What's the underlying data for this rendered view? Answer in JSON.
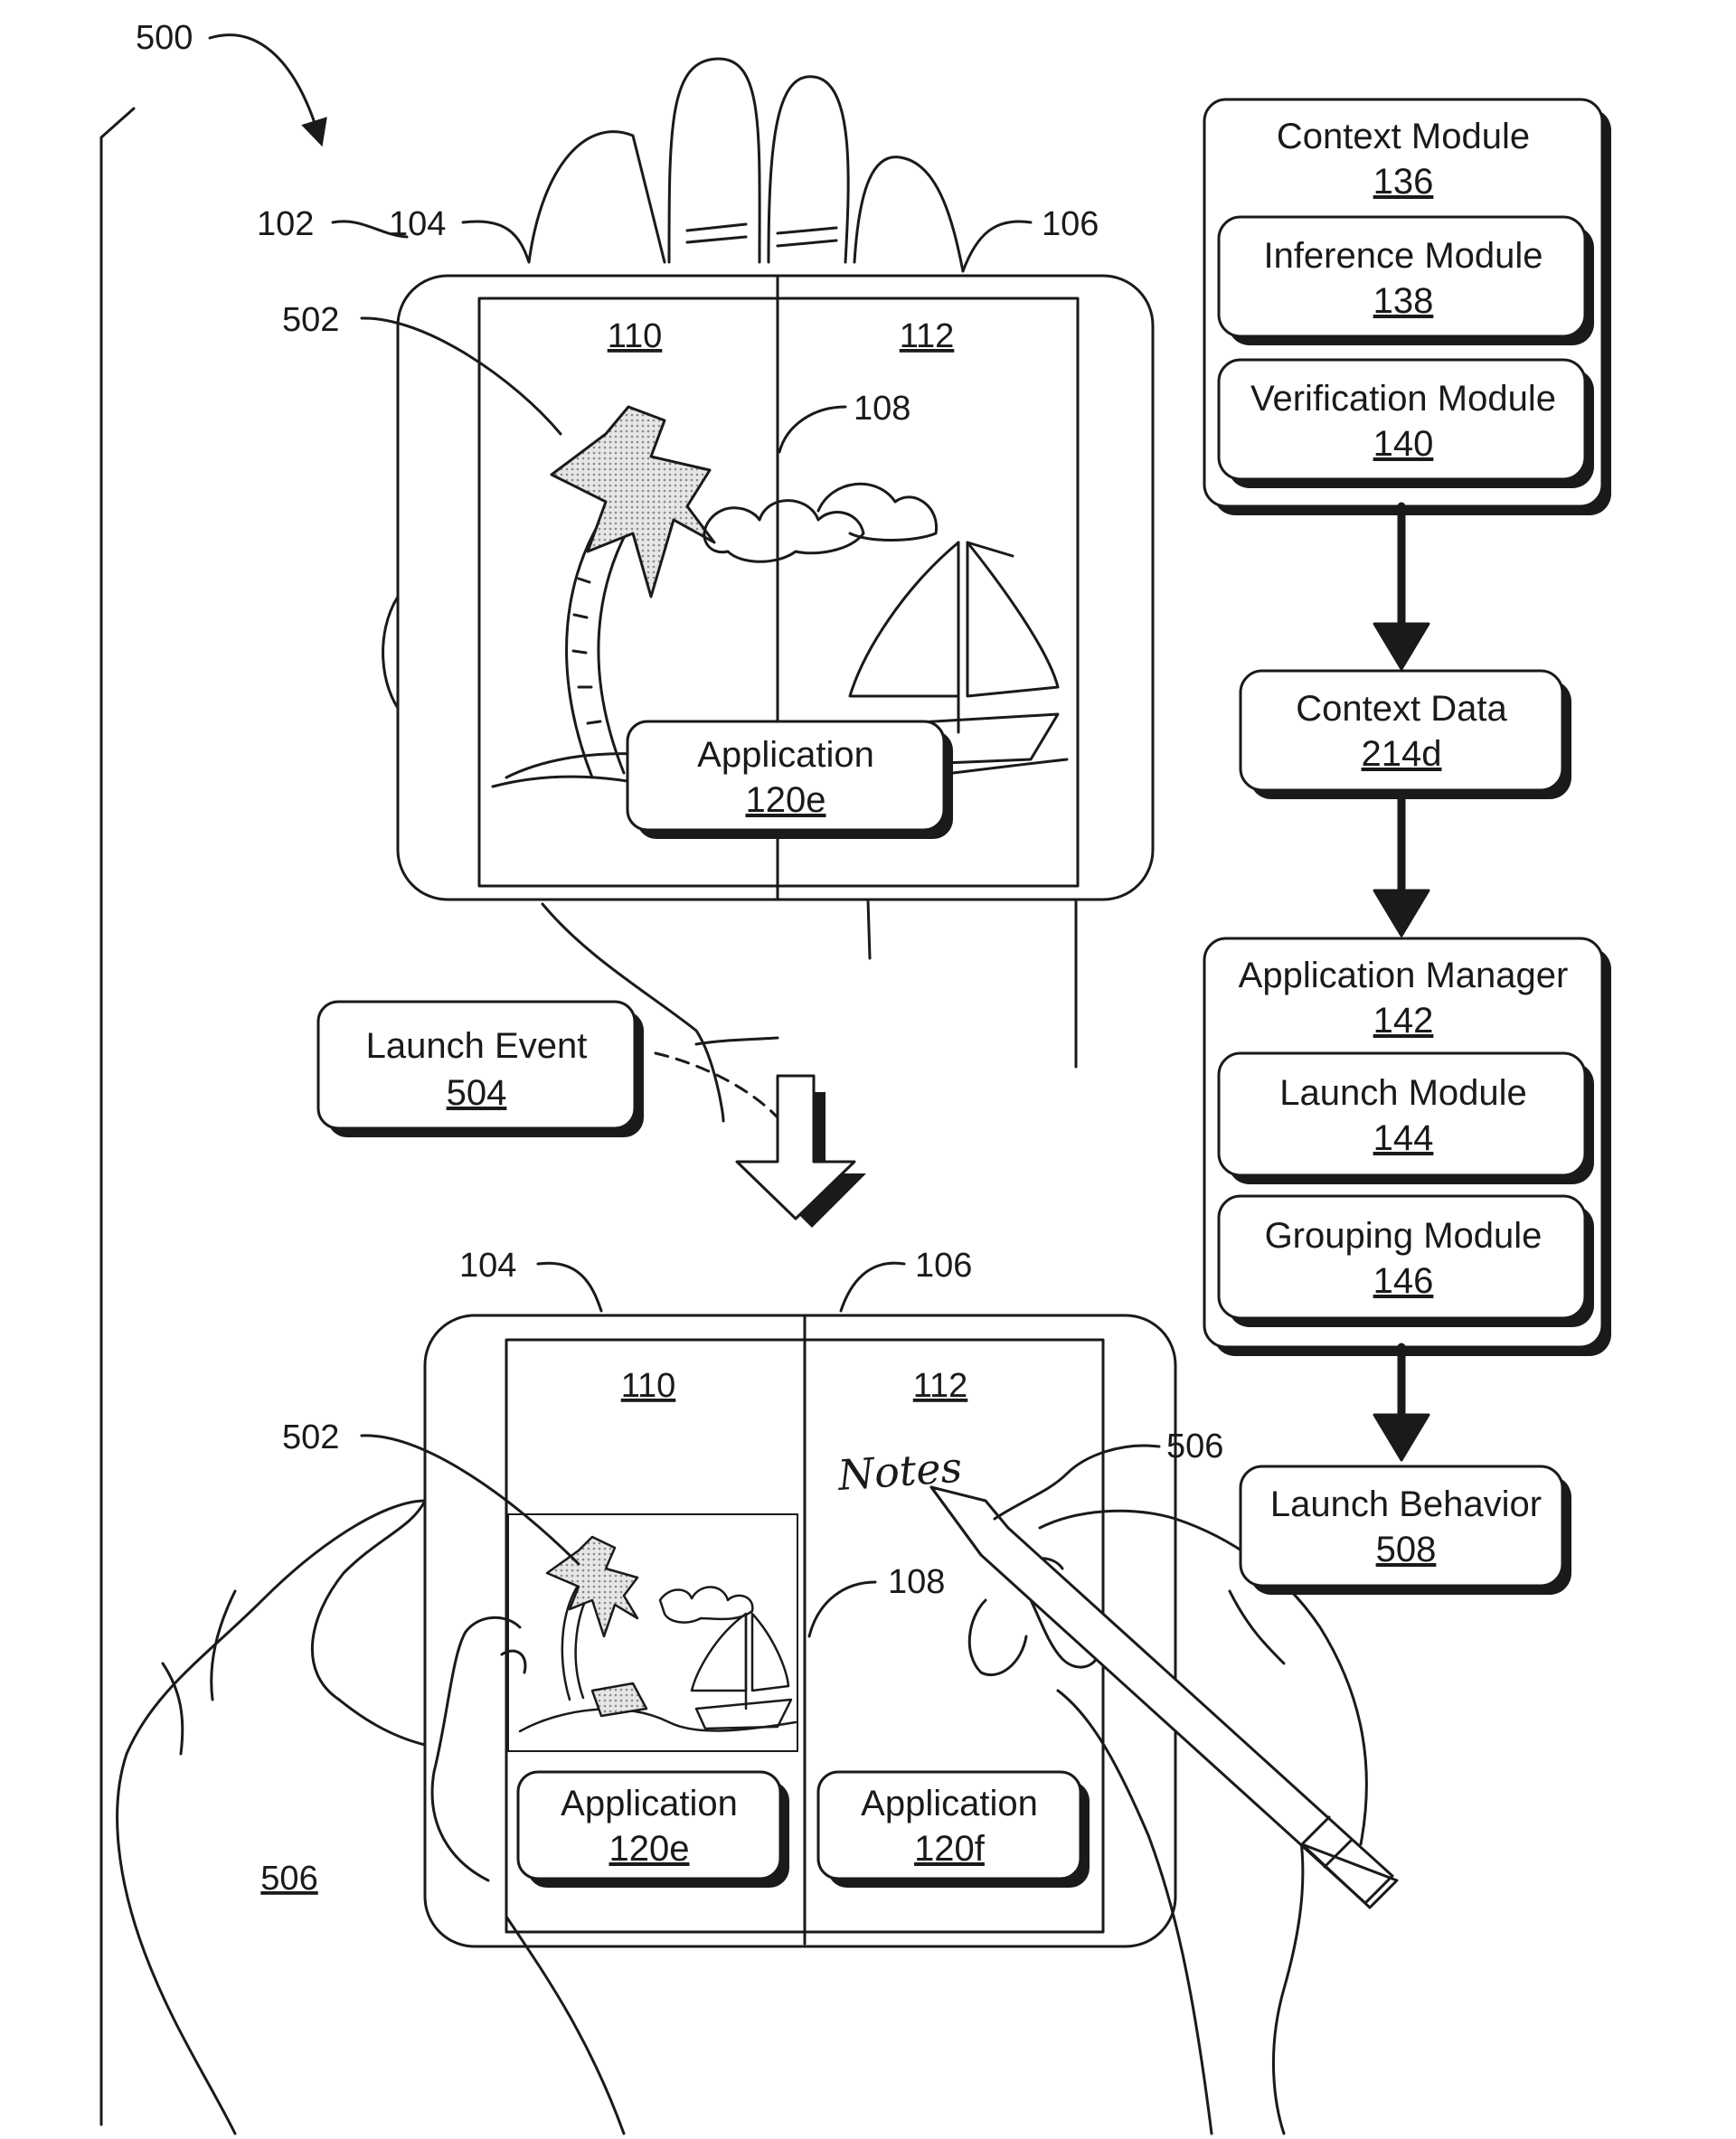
{
  "figure_ref": "500",
  "top_device": {
    "ref_device": "102",
    "ref_panel_left": "104",
    "ref_panel_right": "106",
    "ref_hinge": "108",
    "ref_content": "502",
    "screen_left": "110",
    "screen_right": "112",
    "app_label": "Application",
    "app_ref": "120e"
  },
  "launch_event": {
    "label": "Launch Event",
    "ref": "504"
  },
  "bottom_device": {
    "ref_panel_left": "104",
    "ref_panel_right": "106",
    "ref_hinge": "108",
    "ref_content": "502",
    "ref_stylus": "506",
    "ref_user": "506",
    "screen_left": "110",
    "screen_right": "112",
    "notes_text": "Notes",
    "app_left": {
      "label": "Application",
      "ref": "120e"
    },
    "app_right": {
      "label": "Application",
      "ref": "120f"
    }
  },
  "context_module": {
    "label": "Context Module",
    "ref": "136",
    "children": [
      {
        "label": "Inference Module",
        "ref": "138"
      },
      {
        "label": "Verification Module",
        "ref": "140"
      }
    ]
  },
  "context_data": {
    "label": "Context Data",
    "ref": "214d"
  },
  "application_manager": {
    "label": "Application Manager",
    "ref": "142",
    "children": [
      {
        "label": "Launch Module",
        "ref": "144"
      },
      {
        "label": "Grouping Module",
        "ref": "146"
      }
    ]
  },
  "launch_behavior": {
    "label": "Launch Behavior",
    "ref": "508"
  },
  "colors": {
    "ink": "#1a1a1a",
    "background": "#ffffff",
    "dots": "#bdbdbd"
  }
}
